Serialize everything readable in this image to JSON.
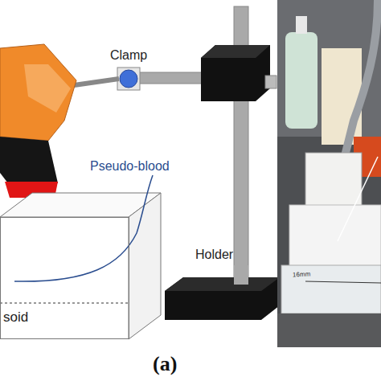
{
  "diagram": {
    "nodes": [
      {
        "text": [
          "soid"
        ]
      }
    ],
    "labels": [
      "Clamp",
      "Pseudo-blood",
      "Holder",
      "(a)",
      "16mm"
    ]
  }
}
